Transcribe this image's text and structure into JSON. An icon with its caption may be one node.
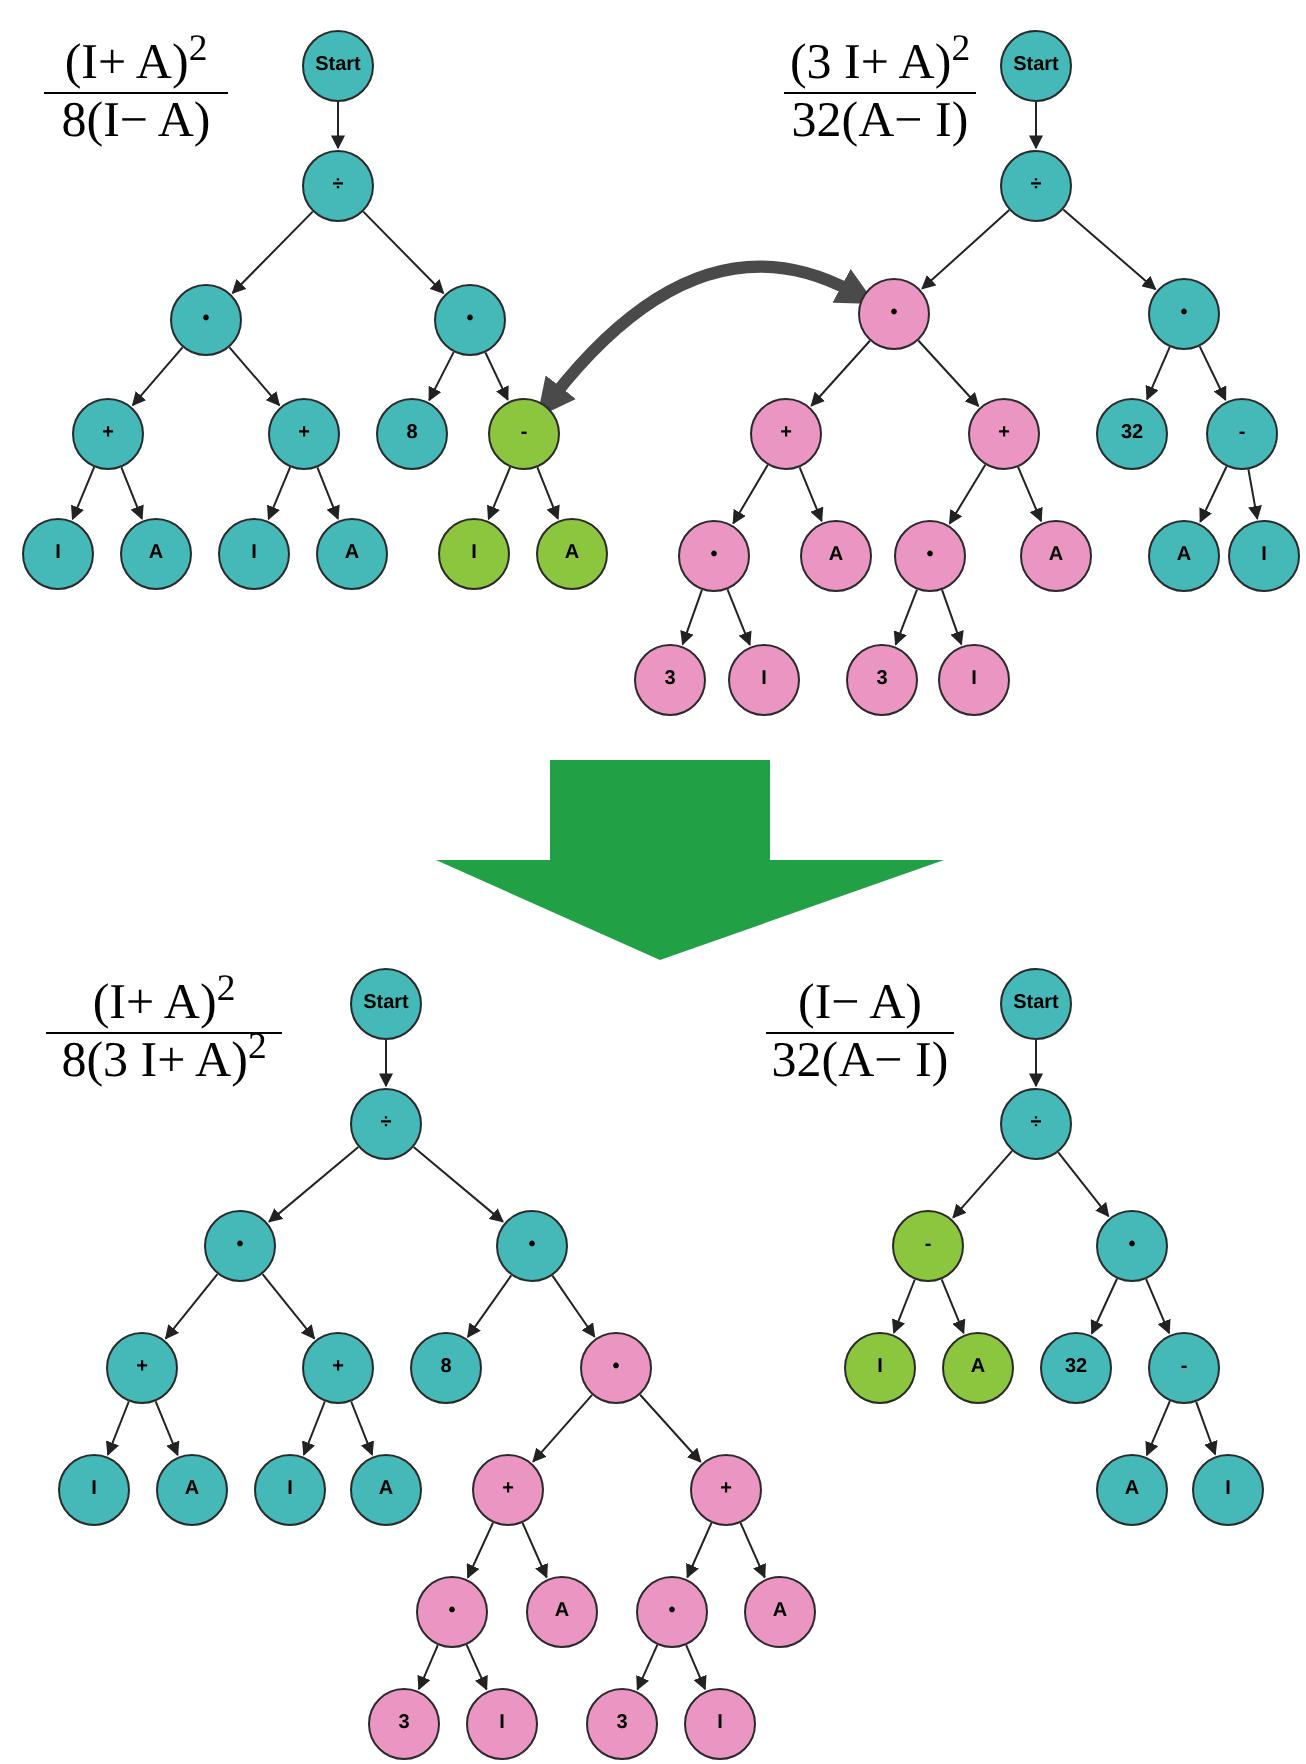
{
  "diagram": {
    "nodes": [
      {
        "text": [
          "Start"
        ]
      },
      {
        "text": [
          "÷"
        ]
      },
      {
        "text": [
          "•"
        ]
      },
      {
        "text": [
          "•"
        ]
      },
      {
        "text": [
          "+"
        ]
      },
      {
        "text": [
          "+"
        ]
      },
      {
        "text": [
          "8"
        ]
      },
      {
        "text": [
          "-"
        ]
      },
      {
        "text": [
          "I"
        ]
      },
      {
        "text": [
          "A"
        ]
      },
      {
        "text": [
          "I"
        ]
      },
      {
        "text": [
          "A"
        ]
      },
      {
        "text": [
          "I"
        ]
      },
      {
        "text": [
          "A"
        ]
      },
      {
        "text": [
          "Start"
        ]
      },
      {
        "text": [
          "÷"
        ]
      },
      {
        "text": [
          "•"
        ]
      },
      {
        "text": [
          "•"
        ]
      },
      {
        "text": [
          "+"
        ]
      },
      {
        "text": [
          "+"
        ]
      },
      {
        "text": [
          "32"
        ]
      },
      {
        "text": [
          "-"
        ]
      },
      {
        "text": [
          "•"
        ]
      },
      {
        "text": [
          "A"
        ]
      },
      {
        "text": [
          "•"
        ]
      },
      {
        "text": [
          "A"
        ]
      },
      {
        "text": [
          "A"
        ]
      },
      {
        "text": [
          "I"
        ]
      },
      {
        "text": [
          "3"
        ]
      },
      {
        "text": [
          "I"
        ]
      },
      {
        "text": [
          "3"
        ]
      },
      {
        "text": [
          "I"
        ]
      },
      {
        "text": [
          "Start"
        ]
      },
      {
        "text": [
          "÷"
        ]
      },
      {
        "text": [
          "•"
        ]
      },
      {
        "text": [
          "•"
        ]
      },
      {
        "text": [
          "+"
        ]
      },
      {
        "text": [
          "+"
        ]
      },
      {
        "text": [
          "8"
        ]
      },
      {
        "text": [
          "•"
        ]
      },
      {
        "text": [
          "I"
        ]
      },
      {
        "text": [
          "A"
        ]
      },
      {
        "text": [
          "I"
        ]
      },
      {
        "text": [
          "A"
        ]
      },
      {
        "text": [
          "+"
        ]
      },
      {
        "text": [
          "+"
        ]
      },
      {
        "text": [
          "•"
        ]
      },
      {
        "text": [
          "A"
        ]
      },
      {
        "text": [
          "•"
        ]
      },
      {
        "text": [
          "A"
        ]
      },
      {
        "text": [
          "3"
        ]
      },
      {
        "text": [
          "I"
        ]
      },
      {
        "text": [
          "3"
        ]
      },
      {
        "text": [
          "I"
        ]
      },
      {
        "text": [
          "Start"
        ]
      },
      {
        "text": [
          "÷"
        ]
      },
      {
        "text": [
          "-"
        ]
      },
      {
        "text": [
          "•"
        ]
      },
      {
        "text": [
          "I"
        ]
      },
      {
        "text": [
          "A"
        ]
      },
      {
        "text": [
          "32"
        ]
      },
      {
        "text": [
          "-"
        ]
      },
      {
        "text": [
          "A"
        ]
      },
      {
        "text": [
          "I"
        ]
      }
    ],
    "edges": [
      {
        "from": 0,
        "to": 1,
        "arrow": "to"
      },
      {
        "from": 1,
        "to": 2,
        "arrow": "to"
      },
      {
        "from": 1,
        "to": 3,
        "arrow": "to"
      },
      {
        "from": 2,
        "to": 4,
        "arrow": "to"
      },
      {
        "from": 2,
        "to": 5,
        "arrow": "to"
      },
      {
        "from": 3,
        "to": 6,
        "arrow": "to"
      },
      {
        "from": 3,
        "to": 7,
        "arrow": "to"
      },
      {
        "from": 4,
        "to": 8,
        "arrow": "to"
      },
      {
        "from": 4,
        "to": 9,
        "arrow": "to"
      },
      {
        "from": 5,
        "to": 10,
        "arrow": "to"
      },
      {
        "from": 5,
        "to": 11,
        "arrow": "to"
      },
      {
        "from": 7,
        "to": 12,
        "arrow": "to"
      },
      {
        "from": 7,
        "to": 13,
        "arrow": "to"
      },
      {
        "from": 14,
        "to": 15,
        "arrow": "to"
      },
      {
        "from": 15,
        "to": 16,
        "arrow": "to"
      },
      {
        "from": 15,
        "to": 17,
        "arrow": "to"
      },
      {
        "from": 16,
        "to": 18,
        "arrow": "to"
      },
      {
        "from": 16,
        "to": 19,
        "arrow": "to"
      },
      {
        "from": 17,
        "to": 20,
        "arrow": "to"
      },
      {
        "from": 17,
        "to": 21,
        "arrow": "to"
      },
      {
        "from": 18,
        "to": 22,
        "arrow": "to"
      },
      {
        "from": 18,
        "to": 23,
        "arrow": "to"
      },
      {
        "from": 19,
        "to": 24,
        "arrow": "to"
      },
      {
        "from": 19,
        "to": 25,
        "arrow": "to"
      },
      {
        "from": 21,
        "to": 26,
        "arrow": "to"
      },
      {
        "from": 21,
        "to": 27,
        "arrow": "to"
      },
      {
        "from": 22,
        "to": 28,
        "arrow": "to"
      },
      {
        "from": 22,
        "to": 29,
        "arrow": "to"
      },
      {
        "from": 24,
        "to": 30,
        "arrow": "to"
      },
      {
        "from": 24,
        "to": 31,
        "arrow": "to"
      },
      {
        "from": 7,
        "to": 16,
        "arrow": "both",
        "style": "thick",
        "color": "#4a4a4a"
      },
      {
        "from": 32,
        "to": 33,
        "arrow": "to"
      },
      {
        "from": 33,
        "to": 34,
        "arrow": "to"
      },
      {
        "from": 33,
        "to": 35,
        "arrow": "to"
      },
      {
        "from": 34,
        "to": 36,
        "arrow": "to"
      },
      {
        "from": 34,
        "to": 37,
        "arrow": "to"
      },
      {
        "from": 35,
        "to": 38,
        "arrow": "to"
      },
      {
        "from": 35,
        "to": 39,
        "arrow": "to"
      },
      {
        "from": 36,
        "to": 40,
        "arrow": "to"
      },
      {
        "from": 36,
        "to": 41,
        "arrow": "to"
      },
      {
        "from": 37,
        "to": 42,
        "arrow": "to"
      },
      {
        "from": 37,
        "to": 43,
        "arrow": "to"
      },
      {
        "from": 39,
        "to": 44,
        "arrow": "to"
      },
      {
        "from": 39,
        "to": 45,
        "arrow": "to"
      },
      {
        "from": 44,
        "to": 46,
        "arrow": "to"
      },
      {
        "from": 44,
        "to": 47,
        "arrow": "to"
      },
      {
        "from": 45,
        "to": 48,
        "arrow": "to"
      },
      {
        "from": 45,
        "to": 49,
        "arrow": "to"
      },
      {
        "from": 46,
        "to": 50,
        "arrow": "to"
      },
      {
        "from": 46,
        "to": 51,
        "arrow": "to"
      },
      {
        "from": 48,
        "to": 52,
        "arrow": "to"
      },
      {
        "from": 48,
        "to": 53,
        "arrow": "to"
      },
      {
        "from": 54,
        "to": 55,
        "arrow": "to"
      },
      {
        "from": 55,
        "to": 56,
        "arrow": "to"
      },
      {
        "from": 55,
        "to": 57,
        "arrow": "to"
      },
      {
        "from": 56,
        "to": 58,
        "arrow": "to"
      },
      {
        "from": 56,
        "to": 59,
        "arrow": "to"
      },
      {
        "from": 57,
        "to": 60,
        "arrow": "to"
      },
      {
        "from": 57,
        "to": 61,
        "arrow": "to"
      },
      {
        "from": 61,
        "to": 62,
        "arrow": "to"
      },
      {
        "from": 61,
        "to": 63,
        "arrow": "to"
      }
    ],
    "labels": [
      "(I+ A)$^{2}$",
      "8(I− A)",
      "(3 I+ A)$^{2}$",
      "32(A− I)",
      "(I+ A)$^{2}$",
      "8(3 I+ A)$^{2}$",
      "(I− A)",
      "32(A− I)"
    ]
  }
}
